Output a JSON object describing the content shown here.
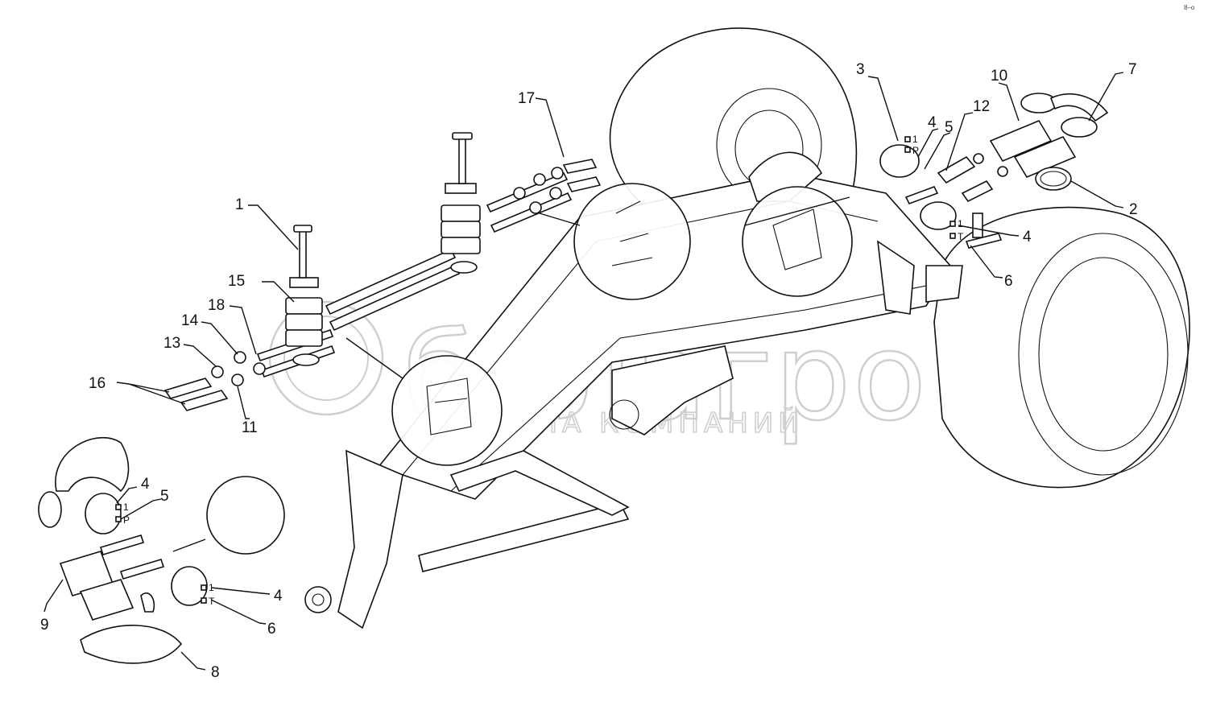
{
  "watermark": {
    "brand": "белагро",
    "subtitle": "ГРУППА КОМПАНИЙ"
  },
  "corner_mark": "8–о",
  "callouts": [
    {
      "id": "c1",
      "text": "1"
    },
    {
      "id": "c2",
      "text": "2"
    },
    {
      "id": "c3",
      "text": "3"
    },
    {
      "id": "c4a",
      "text": "4"
    },
    {
      "id": "c4b",
      "text": "4"
    },
    {
      "id": "c4c",
      "text": "4"
    },
    {
      "id": "c4d",
      "text": "4"
    },
    {
      "id": "c5a",
      "text": "5"
    },
    {
      "id": "c5b",
      "text": "5"
    },
    {
      "id": "c6a",
      "text": "6"
    },
    {
      "id": "c6b",
      "text": "6"
    },
    {
      "id": "c7",
      "text": "7"
    },
    {
      "id": "c8",
      "text": "8"
    },
    {
      "id": "c9",
      "text": "9"
    },
    {
      "id": "c10",
      "text": "10"
    },
    {
      "id": "c11",
      "text": "11"
    },
    {
      "id": "c12",
      "text": "12"
    },
    {
      "id": "c13",
      "text": "13"
    },
    {
      "id": "c14",
      "text": "14"
    },
    {
      "id": "c15",
      "text": "15"
    },
    {
      "id": "c16",
      "text": "16"
    },
    {
      "id": "c17",
      "text": "17"
    },
    {
      "id": "c18",
      "text": "18"
    }
  ],
  "tag_marks": [
    {
      "id": "t1a",
      "text": "1"
    },
    {
      "id": "tPa",
      "text": "P"
    },
    {
      "id": "t1b",
      "text": "1"
    },
    {
      "id": "tTb",
      "text": "T"
    },
    {
      "id": "t1c",
      "text": "1"
    },
    {
      "id": "tPc",
      "text": "P"
    },
    {
      "id": "t1d",
      "text": "1"
    },
    {
      "id": "tTd",
      "text": "T"
    }
  ]
}
